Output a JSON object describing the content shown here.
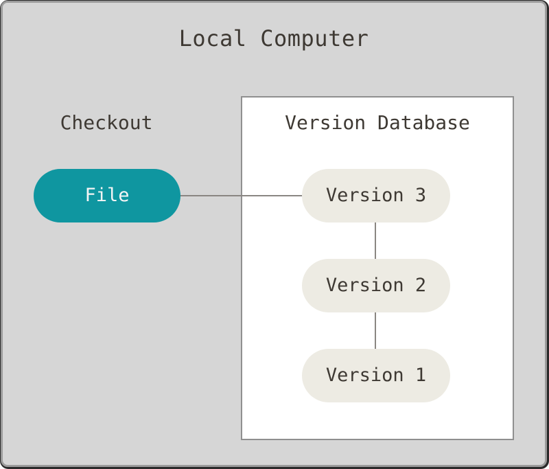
{
  "diagram": {
    "title": "Local Computer",
    "checkout": {
      "label": "Checkout",
      "file_node_label": "File"
    },
    "version_database": {
      "title": "Version Database",
      "nodes": [
        {
          "label": "Version 3"
        },
        {
          "label": "Version 2"
        },
        {
          "label": "Version 1"
        }
      ]
    },
    "colors": {
      "canvas_background": "#d6d6d6",
      "frame_border": "#9c9c9c",
      "box_background": "#ffffff",
      "box_border": "#8f8f8f",
      "file_node_fill": "#0f96a0",
      "file_node_text": "#f5f5f5",
      "version_node_fill": "#edebe3",
      "text": "#3e3933",
      "connector": "#8a8682"
    }
  }
}
